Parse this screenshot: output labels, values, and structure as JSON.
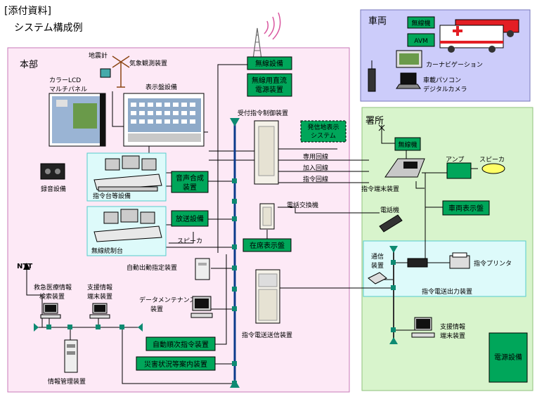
{
  "header": {
    "tag": "[添付資料]",
    "title": "システム構成例"
  },
  "regions": {
    "hq": "本部",
    "vehicle": "車両",
    "station": "署所"
  },
  "vehicle": {
    "radio": "無線機",
    "avm": "AVM",
    "carnav": "カーナビゲーション",
    "pc": [
      "車載パソコン",
      "デジタルカメラ"
    ]
  },
  "hq": {
    "radio_equipment": "無線設備",
    "radio_power": [
      "無線用直流",
      "電源装置"
    ],
    "weather": "気象観測装置",
    "seismometer": "地震計",
    "lcd": [
      "カラーLCD",
      "マルチパネル"
    ],
    "display_board": "表示盤設備",
    "receive_control": "受付指令制御装置",
    "caller_location": [
      "発信地表示",
      "システム"
    ],
    "lines": [
      "専用回線",
      "加入回線",
      "指令回線"
    ],
    "phone_exchange": "電話交換機",
    "presence_board": "在席表示盤",
    "recorder": "録音設備",
    "command_desk": "指令台等設備",
    "voice_synth": [
      "音声合成",
      "装置"
    ],
    "broadcast": "放送設備",
    "speaker": "スピーカ",
    "radio_console": "無線統制台",
    "auto_dispatch": "自動出動指定装置",
    "data_maint": [
      "データメンテナンス",
      "装置"
    ],
    "dispatch_tx": "指令電送送信装置",
    "auto_sequence": "自動順次指令装置",
    "disaster_info": "災害状況等案内装置",
    "ntt": "NTT",
    "medical": [
      "救急医療情報",
      "検索装置"
    ],
    "support_terminal": [
      "支援情報",
      "端末装置"
    ],
    "info_mgmt": "情報管理装置"
  },
  "station": {
    "radio": "無線機",
    "amp": "アンプ",
    "speaker": "スピーカ",
    "command_terminal": "指令端末装置",
    "vehicle_board": "車両表示盤",
    "phone": "電話機",
    "comm_device": [
      "通信",
      "装置"
    ],
    "printer": "指令プリンタ",
    "dispatch_output": "指令電送出力装置",
    "support_terminal": [
      "支援情報",
      "端末装置"
    ],
    "power": "電源設備"
  },
  "colors": {
    "hq_bg": "#fde9f6",
    "hq_border": "#c879b8",
    "vehicle_bg": "#ccccfa",
    "station_bg": "#d8f4cc",
    "station_border": "#8fc27d",
    "dispatch_bg": "#ddfafa",
    "green_box": "#00a65a",
    "node": "#0d8a72",
    "bus": "#0b3a8c"
  }
}
